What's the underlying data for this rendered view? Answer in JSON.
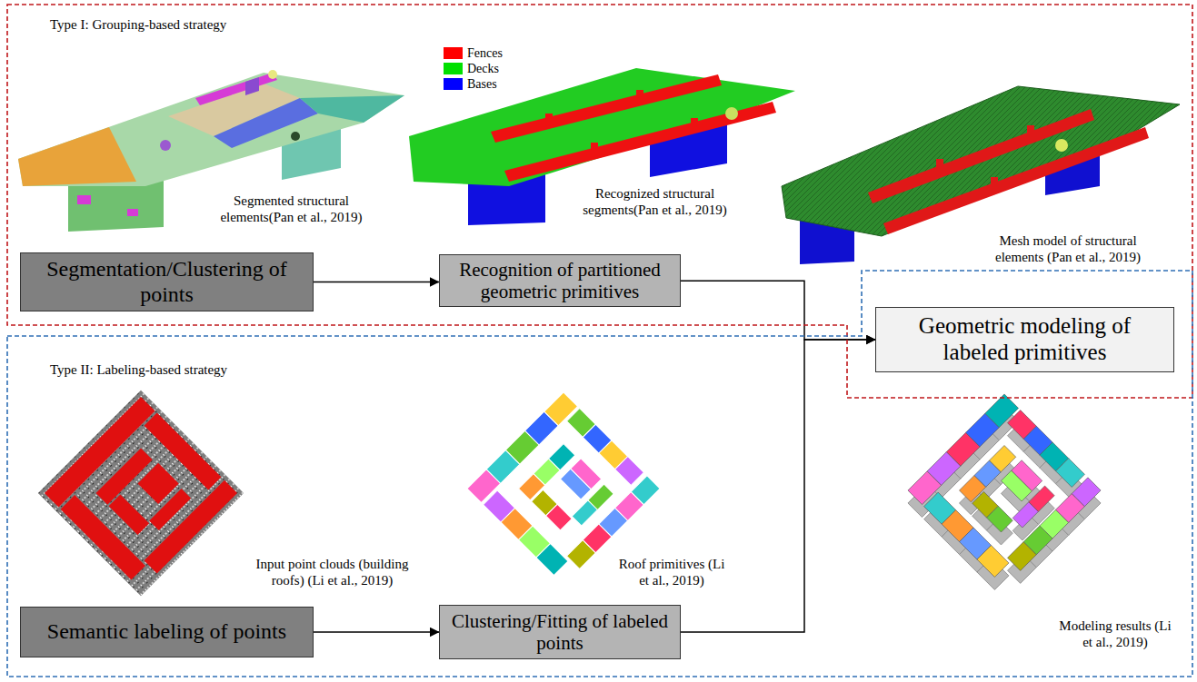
{
  "diagram": {
    "nodes": [
      {
        "text": [
          "Type I: Grouping-based strategy"
        ]
      },
      {
        "text": [
          "Segmentation/Clustering of points"
        ],
        "in": 0
      },
      {
        "text": [
          "Recognition of partitioned geometric primitives"
        ],
        "in": 0
      },
      {
        "text": [
          "Geometric modeling of labeled primitives"
        ],
        "in": 0
      },
      {
        "text": [
          "Type II: Labeling-based strategy"
        ]
      },
      {
        "text": [
          "Semantic labeling of points"
        ],
        "in": 4
      },
      {
        "text": [
          "Clustering/Fitting of labeled points"
        ],
        "in": 4
      }
    ],
    "edges": [
      {
        "from": 1,
        "to": 2,
        "arrow": "to"
      },
      {
        "from": 2,
        "to": 3,
        "arrow": "to"
      },
      {
        "from": 5,
        "to": 6,
        "arrow": "to"
      },
      {
        "from": 6,
        "to": 3,
        "arrow": "to"
      }
    ],
    "labels": [
      "Segmented structural elements(Pan et al., 2019)",
      "Recognized structural segments(Pan et al., 2019)",
      "Mesh model of structural elements (Pan et al., 2019)",
      "Input point clouds (building roofs) (Li et al., 2019)",
      "Roof primitives (Li et al., 2019)",
      "Modeling results (Li et al., 2019)"
    ],
    "legend": [
      {
        "text": "Fences",
        "color": "#ff0000"
      },
      {
        "text": "Decks",
        "color": "#00e000"
      },
      {
        "text": "Bases",
        "color": "#0000ff"
      }
    ]
  }
}
